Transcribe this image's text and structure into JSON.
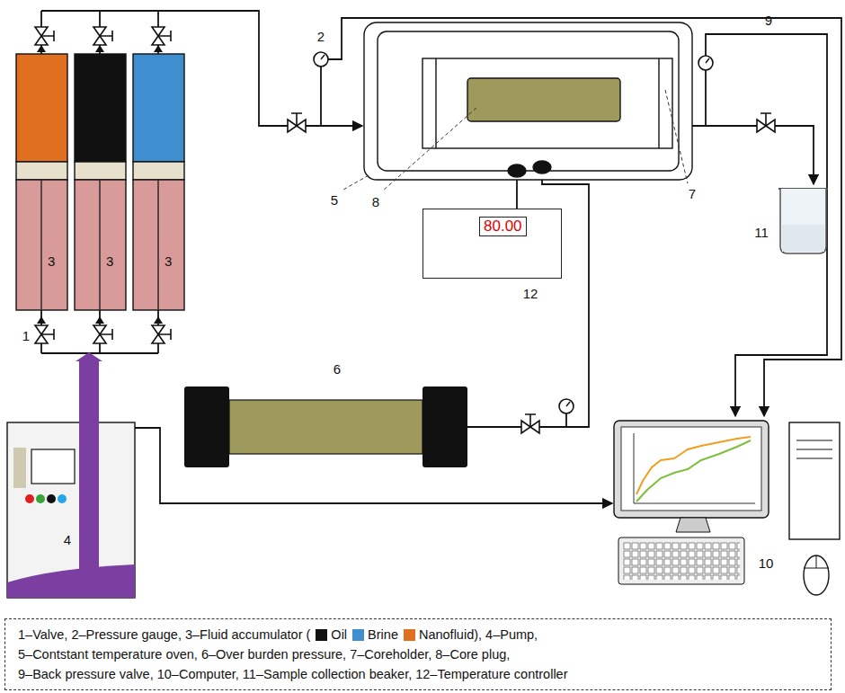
{
  "diagram": {
    "nodes": [
      {
        "text": [
          "3"
        ]
      },
      {
        "text": [
          "3"
        ]
      },
      {
        "text": [
          "3"
        ]
      },
      {
        "text": [
          "80.00"
        ]
      }
    ],
    "labels": [
      "2",
      "5",
      "8",
      "7",
      "9",
      "11",
      "1",
      "12",
      "6",
      "4",
      "10",
      "1–Valve, 2–Pressure gauge, 3–Fluid accumulator (",
      "), 4–Pump,",
      "5–Contstant temperature oven, 6–Over burden pressure, 7–Coreholder, 8–Core plug,",
      "9–Back pressure valve, 10–Computer, 11–Sample collection beaker, 12–Temperature controller"
    ],
    "legend": [
      {
        "text": "Oil",
        "color": "#111111"
      },
      {
        "text": "Brine",
        "color": "#3f8fd0"
      },
      {
        "text": "Nanofluid",
        "color": "#e07020"
      }
    ]
  }
}
